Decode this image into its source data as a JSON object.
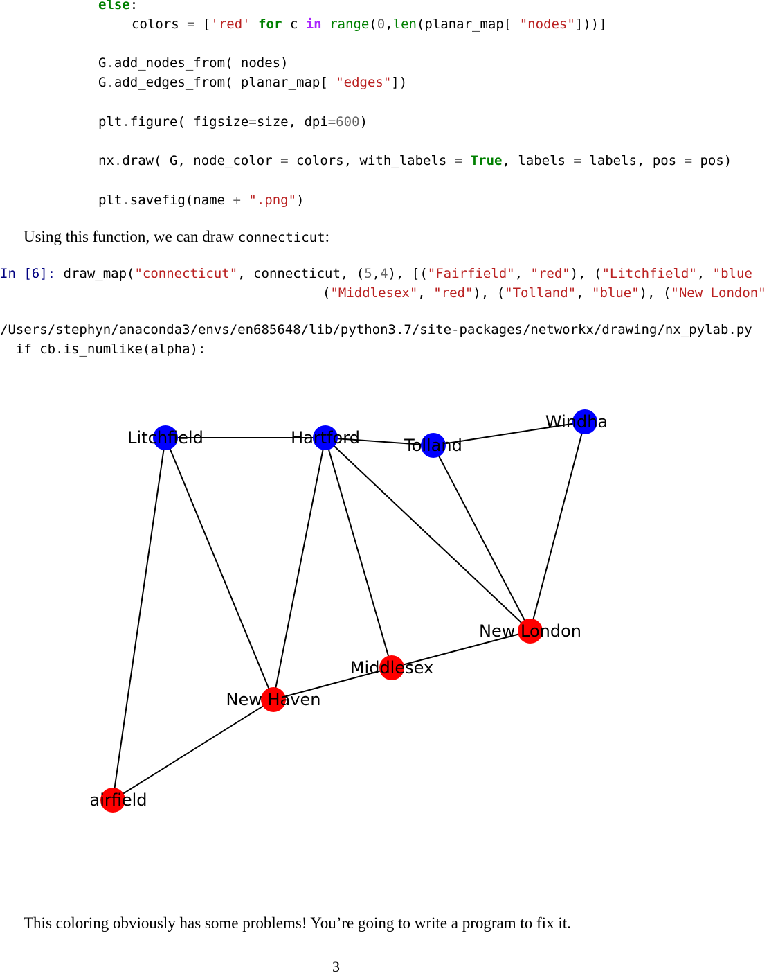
{
  "code": {
    "line1_else": "else",
    "line1_colon": ":",
    "line2_prefix": "colors ",
    "line2_eq": "=",
    "line2_open": " [",
    "line2_red": "'red'",
    "line2_for": "for",
    "line2_c": " c ",
    "line2_in": "in",
    "line2_range": "range",
    "line2_paren": "(",
    "line2_zero": "0",
    "line2_comma": ",",
    "line2_len": "len",
    "line2_planar": "(planar_map[ ",
    "line2_nodes": "\"nodes\"",
    "line2_close": "]))]",
    "line3_G": "G",
    "line3_dot": ".",
    "line3_rest": "add_nodes_from( nodes)",
    "line4_G": "G",
    "line4_dot": ".",
    "line4_rest": "add_edges_from( planar_map[ ",
    "line4_edges": "\"edges\"",
    "line4_close": "])",
    "line5_plt": "plt",
    "line5_dot": ".",
    "line5_rest": "figure( figsize",
    "line5_eq": "=",
    "line5_mid": "size, dpi",
    "line5_eq2": "=",
    "line5_600": "600",
    "line5_close": ")",
    "line6_nx": "nx",
    "line6_dot": ".",
    "line6_a": "draw( G, node_color ",
    "line6_eq1": "=",
    "line6_b": " colors, with_labels ",
    "line6_eq2": "=",
    "line6_true": "True",
    "line6_c": ", labels ",
    "line6_eq3": "=",
    "line6_d": " labels, pos ",
    "line6_eq4": "=",
    "line6_e": " pos)",
    "line7_plt": "plt",
    "line7_dot": ".",
    "line7_a": "savefig(name ",
    "line7_plus": "+",
    "line7_sp": " ",
    "line7_png": "\".png\"",
    "line7_close": ")"
  },
  "prose": {
    "intro_a": "Using this function, we can draw ",
    "intro_code": "connecticut",
    "intro_b": ":",
    "outro": "This coloring obviously has some problems! You’re going to write a program to fix it.",
    "page_number": "3"
  },
  "cell": {
    "prompt": "In [6]:",
    "l1_a": " draw_map(",
    "l1_s1": "\"connecticut\"",
    "l1_b": ", connecticut, (",
    "l1_5": "5",
    "l1_c": ",",
    "l1_4": "4",
    "l1_d": "), [(",
    "l1_s2": "\"Fairfield\"",
    "l1_e": ", ",
    "l1_s3": "\"red\"",
    "l1_f": "), (",
    "l1_s4": "\"Litchfield\"",
    "l1_g": ", ",
    "l1_s5": "\"blue",
    "l2_a": "(",
    "l2_s1": "\"Middlesex\"",
    "l2_b": ", ",
    "l2_s2": "\"red\"",
    "l2_c": "), (",
    "l2_s3": "\"Tolland\"",
    "l2_d": ", ",
    "l2_s4": "\"blue\"",
    "l2_e": "), (",
    "l2_s5": "\"New London\""
  },
  "warning": {
    "line1": "/Users/stephyn/anaconda3/envs/en685648/lib/python3.7/site-packages/networkx/drawing/nx_pylab.py",
    "line2": "  if cb.is_numlike(alpha):"
  },
  "graph": {
    "node_colors": {
      "red": "#ff0000",
      "blue": "#0000ff"
    },
    "nodes": [
      {
        "id": "litchfield",
        "label": "Litchfield",
        "color": "blue"
      },
      {
        "id": "hartford",
        "label": "Hartford",
        "color": "blue"
      },
      {
        "id": "tolland",
        "label": "Tolland",
        "color": "blue"
      },
      {
        "id": "windham",
        "label": "Windha",
        "color": "blue"
      },
      {
        "id": "new_london",
        "label": "New London",
        "color": "red"
      },
      {
        "id": "middlesex",
        "label": "Middlesex",
        "color": "red"
      },
      {
        "id": "new_haven",
        "label": "New Haven",
        "color": "red"
      },
      {
        "id": "fairfield",
        "label": "airfield",
        "color": "red"
      }
    ],
    "edges": [
      [
        "litchfield",
        "hartford"
      ],
      [
        "litchfield",
        "new_haven"
      ],
      [
        "litchfield",
        "fairfield"
      ],
      [
        "hartford",
        "tolland"
      ],
      [
        "hartford",
        "new_haven"
      ],
      [
        "hartford",
        "middlesex"
      ],
      [
        "hartford",
        "new_london"
      ],
      [
        "tolland",
        "windham"
      ],
      [
        "tolland",
        "new_london"
      ],
      [
        "windham",
        "new_london"
      ],
      [
        "new_london",
        "middlesex"
      ],
      [
        "middlesex",
        "new_haven"
      ],
      [
        "new_haven",
        "fairfield"
      ]
    ]
  }
}
